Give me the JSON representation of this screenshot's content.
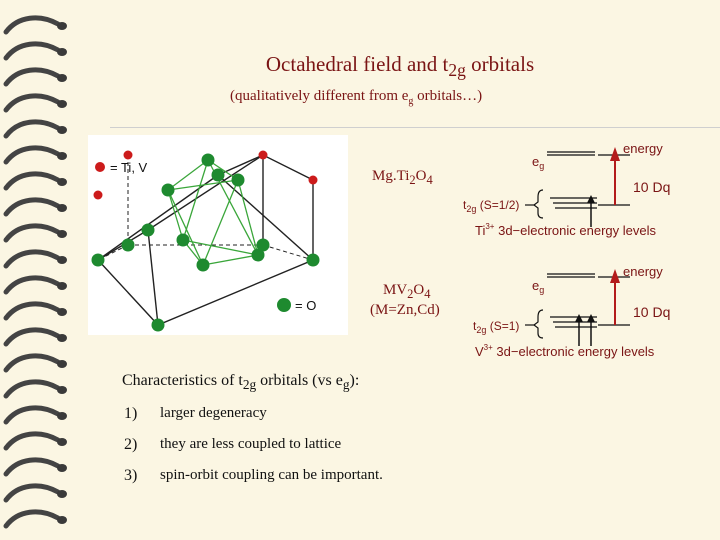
{
  "slide": {
    "title_main": "Octahedral field and t",
    "title_sub": "2g",
    "title_end": " orbitals",
    "subtitle_main": "(qualitatively different from e",
    "subtitle_sub": "g",
    "subtitle_end": " orbitals…)"
  },
  "crystal": {
    "legend_ti": "= Ti, V",
    "legend_o": "= O",
    "ti_color": "#cc1b1b",
    "o_color": "#1e8a2f",
    "edge_color": "#222222",
    "bond_color": "#3aa63a"
  },
  "compounds": {
    "mgti2o4": [
      "Mg.Ti",
      "2",
      "O",
      "4"
    ],
    "mv2o4": [
      "MV",
      "2",
      "O",
      "4"
    ],
    "mv2o4_note": "(M=Zn,Cd)"
  },
  "levels_ti": {
    "eg": "e",
    "eg_sub": "g",
    "energy": "energy",
    "dq": "10 Dq",
    "t2g": "t",
    "t2g_sub": "2g",
    "t2g_rest": " (S=1/2)",
    "caption_ion": "Ti",
    "caption_sup": "3+",
    "caption_rest": " 3d−electronic energy levels"
  },
  "levels_v": {
    "eg": "e",
    "eg_sub": "g",
    "energy": "energy",
    "dq": "10 Dq",
    "t2g": "t",
    "t2g_sub": "2g",
    "t2g_rest": " (S=1)",
    "caption_ion": "V",
    "caption_sup": "3+",
    "caption_rest": " 3d−electronic energy levels"
  },
  "characteristics": {
    "heading_a": "Characteristics of t",
    "heading_sub1": "2g",
    "heading_b": " orbitals (vs e",
    "heading_sub2": "g",
    "heading_c": "):",
    "items": [
      {
        "num": "1)",
        "text": "larger degeneracy"
      },
      {
        "num": "2)",
        "text": "they are less coupled to lattice"
      },
      {
        "num": "3)",
        "text": "spin-orbit coupling can be important."
      }
    ]
  }
}
